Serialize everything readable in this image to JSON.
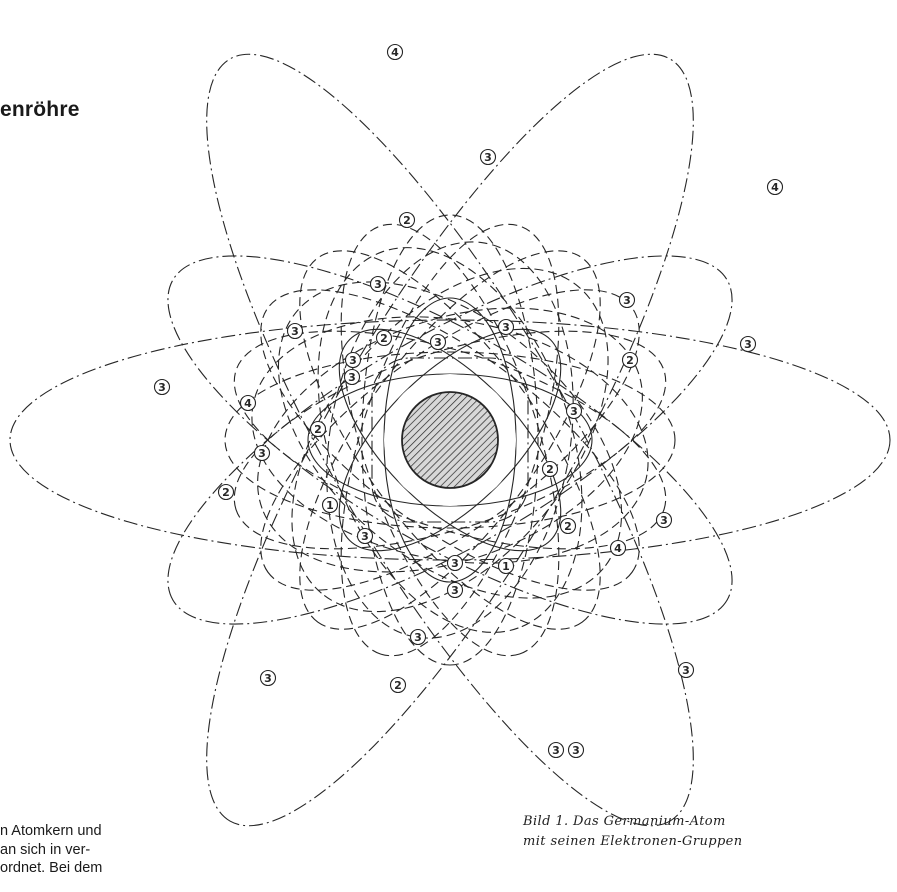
{
  "header": {
    "partial_title": "enröhre"
  },
  "body_text": {
    "lines": [
      "n Atomkern und",
      "an sich in ver-",
      "ordnet. Bei dem"
    ]
  },
  "figure": {
    "caption_line1": "Bild 1. Das Germanium-Atom",
    "caption_line2": "mit seinen Elektronen-Gruppen",
    "colors": {
      "ink": "#262626",
      "nucleus_fill": "#d8d8d8",
      "background": "#ffffff"
    },
    "electron_labels": [
      {
        "n": "4"
      },
      {
        "n": "3"
      },
      {
        "n": "4"
      },
      {
        "n": "2"
      },
      {
        "n": "3"
      },
      {
        "n": "3"
      },
      {
        "n": "3"
      },
      {
        "n": "3"
      },
      {
        "n": "2"
      },
      {
        "n": "3"
      },
      {
        "n": "3"
      },
      {
        "n": "2"
      },
      {
        "n": "3"
      },
      {
        "n": "3"
      },
      {
        "n": "3"
      },
      {
        "n": "4"
      },
      {
        "n": "2"
      },
      {
        "n": "3"
      },
      {
        "n": "3"
      },
      {
        "n": "2"
      },
      {
        "n": "2"
      },
      {
        "n": "1"
      },
      {
        "n": "3"
      },
      {
        "n": "3"
      },
      {
        "n": "2"
      },
      {
        "n": "3"
      },
      {
        "n": "4"
      },
      {
        "n": "1"
      },
      {
        "n": "3"
      },
      {
        "n": "3"
      },
      {
        "n": "3"
      },
      {
        "n": "3"
      },
      {
        "n": "2"
      },
      {
        "n": "3"
      },
      {
        "n": "3"
      }
    ]
  }
}
